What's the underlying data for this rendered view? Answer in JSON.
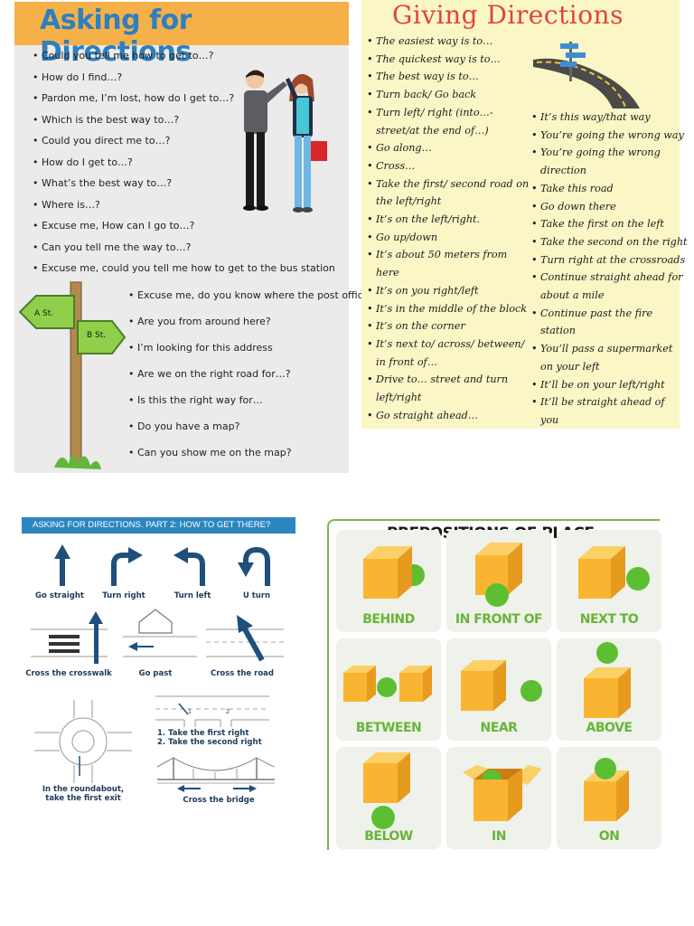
{
  "asking": {
    "title": "Asking for Directions",
    "items": [
      "Could you tell me how to get to…?",
      "How do I find…?",
      "Pardon me, I’m lost, how do I get to…?",
      "Which is the best way to…?",
      "Could you direct me to…?",
      "How do I get to…?",
      "What’s the best way to…?",
      "Where is…?",
      "Excuse me, How can I go to…?",
      "Can you tell me the way to…?",
      "Excuse me, could you tell me how to get to the bus station"
    ],
    "items2": [
      "Excuse me, do you know where the post office?",
      "Are you from around here?",
      "I’m looking for this address",
      "Are we on the right road for…?",
      "Is this the right way for…",
      "Do you have a map?",
      "Can you show me on the map?"
    ],
    "sign_a": "A St.",
    "sign_b": "B St."
  },
  "giving": {
    "title": "Giving Directions",
    "col1": [
      {
        "t": "The easiest way is to…",
        "b": true
      },
      {
        "t": "The quickest way is to…",
        "b": true
      },
      {
        "t": "The best way is to…",
        "b": true
      },
      {
        "t": "Turn back/ Go back",
        "b": true
      },
      {
        "t": "Turn left/ right (into…-",
        "b": true
      },
      {
        "t": "street/at the end of…)",
        "b": false
      },
      {
        "t": "Go along…",
        "b": true
      },
      {
        "t": "Cross…",
        "b": true
      },
      {
        "t": "Take the first/ second road on",
        "b": true
      },
      {
        "t": "the left/right",
        "b": false
      },
      {
        "t": "It’s on the left/right.",
        "b": true
      },
      {
        "t": "Go up/down",
        "b": true
      },
      {
        "t": "It’s about 50 meters from",
        "b": true
      },
      {
        "t": "here",
        "b": false
      },
      {
        "t": "It’s on you right/left",
        "b": true
      },
      {
        "t": "It’s in the middle of the block",
        "b": true
      },
      {
        "t": "It’s on the corner",
        "b": true
      },
      {
        "t": "It’s next to/ across/ between/",
        "b": true
      },
      {
        "t": "in front of…",
        "b": false
      },
      {
        "t": "Drive to… street and turn",
        "b": true
      },
      {
        "t": "left/right",
        "b": false
      },
      {
        "t": "Go straight ahead…",
        "b": true
      }
    ],
    "col2": [
      {
        "t": "It’s this way/that way",
        "b": true
      },
      {
        "t": "You’re going the wrong way",
        "b": true
      },
      {
        "t": "You’re going the wrong",
        "b": true
      },
      {
        "t": "direction",
        "b": false
      },
      {
        "t": "Take this road",
        "b": true
      },
      {
        "t": "Go down there",
        "b": true
      },
      {
        "t": "Take the first on the left",
        "b": true
      },
      {
        "t": "Take the second on the right",
        "b": true
      },
      {
        "t": "Turn right at the crossroads",
        "b": true
      },
      {
        "t": "Continue straight ahead for",
        "b": true
      },
      {
        "t": "about a mile",
        "b": false
      },
      {
        "t": "Continue past the fire",
        "b": true
      },
      {
        "t": "station",
        "b": false
      },
      {
        "t": "You’ll pass a supermarket",
        "b": true
      },
      {
        "t": "on your left",
        "b": false
      },
      {
        "t": "It’ll be on your left/right",
        "b": true
      },
      {
        "t": "It’ll be straight ahead of",
        "b": true
      },
      {
        "t": "you",
        "b": false
      }
    ]
  },
  "directions": {
    "header": "ASKING FOR DIRECTIONS. PART 2: HOW TO GET THERE?",
    "go_straight": "Go straight",
    "turn_right": "Turn right",
    "turn_left": "Turn left",
    "u_turn": "U turn",
    "cross_crosswalk": "Cross the crosswalk",
    "go_past": "Go past",
    "cross_road": "Cross the road",
    "take_first": "1. Take the first right",
    "take_second": "2. Take the second right",
    "num1": "1",
    "num2": "2",
    "roundabout_1": "In the roundabout,",
    "roundabout_2": "take the first exit",
    "cross_bridge": "Cross the bridge"
  },
  "prepositions": {
    "title": "PREPOSITIONS OF PLACE",
    "labels": [
      "BEHIND",
      "IN FRONT OF",
      "NEXT TO",
      "BETWEEN",
      "NEAR",
      "ABOVE",
      "BELOW",
      "IN",
      "ON"
    ]
  },
  "colors": {
    "asking_title": "#2d7fbf",
    "asking_title_bg": "#f5b048",
    "giving_title": "#e1443a",
    "giving_bg": "#fbf6c6",
    "cube": "#f9b531",
    "ball": "#5cbf32",
    "prep_label": "#6ab33a",
    "dir_blue": "#2e86c1"
  }
}
